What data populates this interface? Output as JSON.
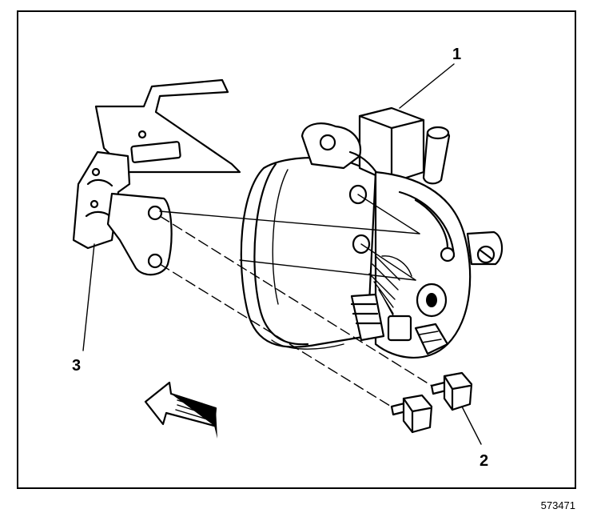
{
  "figure": {
    "id_number": "573471",
    "callouts": [
      {
        "id": "callout-1",
        "text": "1"
      },
      {
        "id": "callout-2",
        "text": "2"
      },
      {
        "id": "callout-3",
        "text": "3"
      }
    ]
  }
}
